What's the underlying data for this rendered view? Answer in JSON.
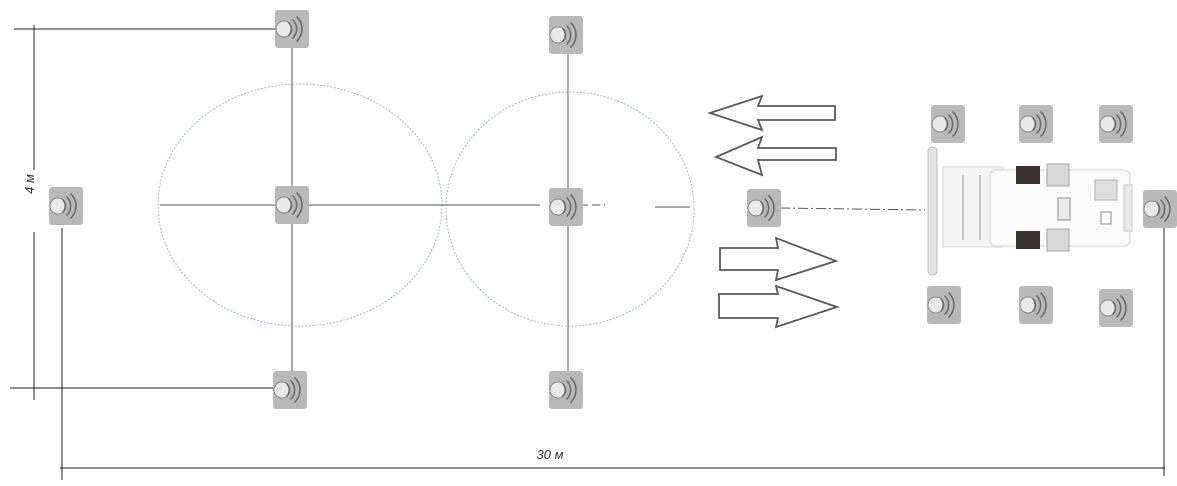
{
  "dimensions": {
    "width_label": "4 м",
    "length_label": "30 м"
  },
  "sensors": [
    {
      "id": "sensor-top-left",
      "icon": "wifi-sensor-icon"
    },
    {
      "id": "sensor-top-middle",
      "icon": "wifi-sensor-icon"
    },
    {
      "id": "sensor-far-left",
      "icon": "wifi-sensor-icon"
    },
    {
      "id": "sensor-center-left",
      "icon": "wifi-sensor-icon"
    },
    {
      "id": "sensor-center-middle",
      "icon": "wifi-sensor-icon"
    },
    {
      "id": "sensor-center-right",
      "icon": "wifi-sensor-icon"
    },
    {
      "id": "sensor-bottom-left",
      "icon": "wifi-sensor-icon"
    },
    {
      "id": "sensor-bottom-middle",
      "icon": "wifi-sensor-icon"
    },
    {
      "id": "tractor-sensor-top-1",
      "icon": "wifi-sensor-icon"
    },
    {
      "id": "tractor-sensor-top-2",
      "icon": "wifi-sensor-icon"
    },
    {
      "id": "tractor-sensor-top-3",
      "icon": "wifi-sensor-icon"
    },
    {
      "id": "tractor-sensor-bottom-1",
      "icon": "wifi-sensor-icon"
    },
    {
      "id": "tractor-sensor-bottom-2",
      "icon": "wifi-sensor-icon"
    },
    {
      "id": "tractor-sensor-bottom-3",
      "icon": "wifi-sensor-icon"
    },
    {
      "id": "tractor-sensor-rear",
      "icon": "wifi-sensor-icon"
    }
  ],
  "arrows": [
    "arrow-left",
    "arrow-left",
    "arrow-right",
    "arrow-right"
  ],
  "vehicle": "tractor-with-seeder-icon"
}
